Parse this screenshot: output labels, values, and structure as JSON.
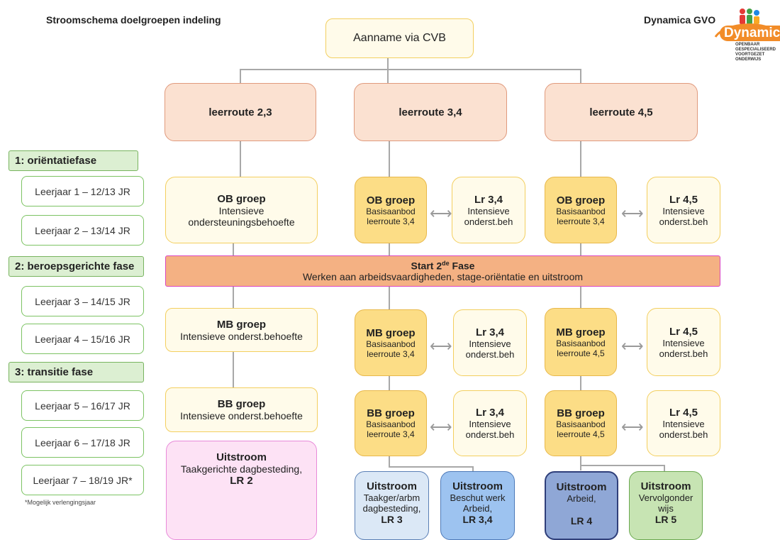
{
  "header": {
    "title": "Stroomschema doelgroepen indeling",
    "org": "Dynamica GVO"
  },
  "logo": {
    "word": "Dynamica",
    "subtitle_lines": [
      "OPENBAAR",
      "GESPECIALISEERD",
      "VOORTGEZET",
      "ONDERWIJS"
    ]
  },
  "intake": {
    "label": "Aanname via CVB"
  },
  "routes": [
    {
      "label": "leerroute 2,3"
    },
    {
      "label": "leerroute 3,4"
    },
    {
      "label": "leerroute 4,5"
    }
  ],
  "sidebar": {
    "phases": [
      "1: oriëntatiefase",
      "2: beroepsgerichte fase",
      "3: transitie fase"
    ],
    "years": [
      "Leerjaar 1 – 12/13 JR",
      "Leerjaar 2 – 13/14 JR",
      "Leerjaar 3 – 14/15 JR",
      "Leerjaar 4 – 15/16 JR",
      "Leerjaar 5 – 16/17 JR",
      "Leerjaar 6 – 17/18 JR",
      "Leerjaar 7 – 18/19 JR*"
    ],
    "footnote": "*Mogelijk verlengingsjaar"
  },
  "ob": {
    "col1": {
      "title": "OB groep",
      "line1": "Intensieve",
      "line2": "ondersteuningsbehoefte"
    },
    "col2": {
      "title": "OB groep",
      "line1": "Basisaanbod",
      "line2": "leerroute 3,4"
    },
    "col2b": {
      "title": "Lr 3,4",
      "line1": "Intensieve",
      "line2": "onderst.beh"
    },
    "col3": {
      "title": "OB groep",
      "line1": "Basisaanbod",
      "line2": "leerroute 3,4"
    },
    "col3b": {
      "title": "Lr 4,5",
      "line1": "Intensieve",
      "line2": "onderst.beh"
    }
  },
  "phase2_banner": {
    "title_main": "Start 2",
    "title_sup": "de",
    "title_end": " Fase",
    "subtitle": "Werken aan arbeidsvaardigheden, stage-oriëntatie en uitstroom"
  },
  "mb": {
    "col1": {
      "title": "MB groep",
      "line1": "Intensieve onderst.behoefte"
    },
    "col2": {
      "title": "MB groep",
      "line1": "Basisaanbod",
      "line2": "leerroute 3,4"
    },
    "col2b": {
      "title": "Lr 3,4",
      "line1": "Intensieve",
      "line2": "onderst.beh"
    },
    "col3": {
      "title": "MB groep",
      "line1": "Basisaanbod",
      "line2": "leerroute 4,5"
    },
    "col3b": {
      "title": "Lr 4,5",
      "line1": "Intensieve",
      "line2": "onderst.beh"
    }
  },
  "bb": {
    "col1": {
      "title": "BB groep",
      "line1": "Intensieve onderst.behoefte"
    },
    "col2": {
      "title": "BB groep",
      "line1": "Basisaanbod",
      "line2": "leerroute 3,4"
    },
    "col2b": {
      "title": "Lr 3,4",
      "line1": "Intensieve",
      "line2": "onderst.beh"
    },
    "col3": {
      "title": "BB groep",
      "line1": "Basisaanbod",
      "line2": "leerroute 4,5"
    },
    "col3b": {
      "title": "Lr 4,5",
      "line1": "Intensieve",
      "line2": "onderst.beh"
    }
  },
  "outflow": {
    "lr2": {
      "title": "Uitstroom",
      "line1": "Taakgerichte  dagbesteding,",
      "code": "LR 2"
    },
    "lr3": {
      "title": "Uitstroom",
      "line1": "Taakger/arbm",
      "line2": "dagbesteding,",
      "code": "LR 3"
    },
    "lr34": {
      "title": "Uitstroom",
      "line1": "Beschut werk",
      "line2": "Arbeid,",
      "code": "LR 3,4"
    },
    "lr4": {
      "title": "Uitstroom",
      "line1": "Arbeid,",
      "code": "LR 4"
    },
    "lr5": {
      "title": "Uitstroom",
      "line1": "Vervolgonder",
      "line2": "wijs",
      "code": "LR 5"
    }
  },
  "colors": {
    "cream": "#fffbea",
    "gold": "#fcdd86",
    "salmon": "#fbe1d1",
    "banner": "#f4b183",
    "pink": "#fde2f5",
    "light_blue": "#dbe8f6",
    "blue": "#9dc3f0",
    "navy": "#8fa7d6",
    "green": "#c7e4b3"
  }
}
